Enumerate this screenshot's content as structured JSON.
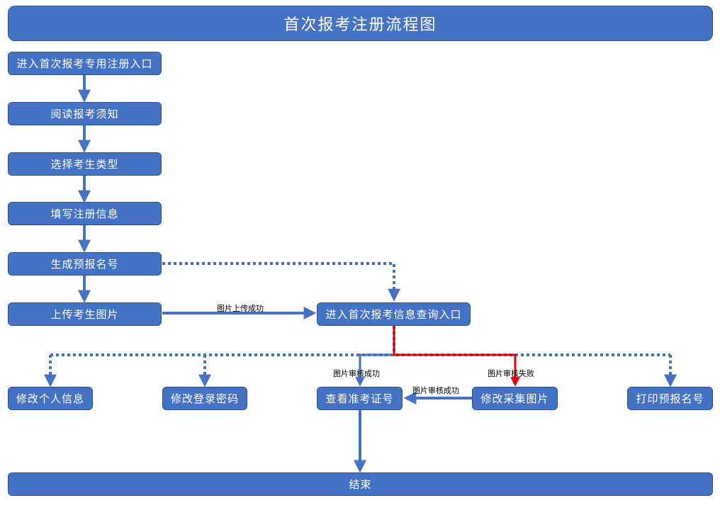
{
  "title": "首次报考注册流程图",
  "steps": {
    "entry": "进入首次报考专用注册入口",
    "read_notice": "阅读报考须知",
    "choose_type": "选择考生类型",
    "fill_info": "填写注册信息",
    "gen_number": "生成预报名号",
    "upload_photo": "上传考生图片",
    "query_entry": "进入首次报考信息查询入口",
    "edit_personal": "修改个人信息",
    "edit_password": "修改登录密码",
    "view_admission": "查看准考证号",
    "edit_photo": "修改采集图片",
    "print_number": "打印预报名号",
    "end": "结束"
  },
  "edge_labels": {
    "upload_success": "图片上传成功",
    "review_success": "图片审核成功",
    "review_fail": "图片审核失败",
    "review_success_2": "图片审核成功"
  },
  "colors": {
    "box_fill": "#4472c4",
    "box_border": "#2f528f",
    "flow_line": "#4472c4",
    "fail_line": "#e00000"
  }
}
